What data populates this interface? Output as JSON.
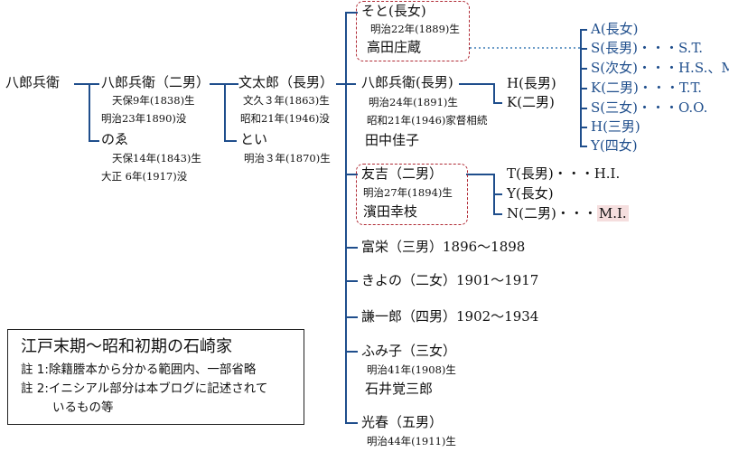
{
  "root": {
    "name": "八郎兵衛"
  },
  "gen1": {
    "head": {
      "name": "八郎兵衛（二男）",
      "birth": "天保9年(1838)生",
      "death": "明治23年1890)没"
    },
    "wife": {
      "name": "のゑ",
      "birth": "天保14年(1843)生",
      "death": "大正 6年(1917)没"
    }
  },
  "gen2": {
    "head": {
      "name": "文太郎（長男）",
      "birth": "文久３年(1863)生",
      "death": "昭和21年(1946)没"
    },
    "wife": {
      "name": "とい",
      "birth": "明治３年(1870)生"
    }
  },
  "children": {
    "sato": {
      "name": "そと(長女)",
      "birth": "明治22年(1889)生",
      "spouse": "高田庄蔵"
    },
    "hachiro": {
      "name": "八郎兵衛(長男)",
      "birth": "明治24年(1891)生",
      "note": "昭和21年(1946)家督相続",
      "spouse": "田中佳子"
    },
    "tomokichi": {
      "name": "友吉（二男）",
      "birth": "明治27年(1894)生",
      "spouse": "濱田幸枝"
    },
    "tomie": {
      "name": "富栄（三男）1896～1898"
    },
    "kiyono": {
      "name": "きよの（二女）1901～1917"
    },
    "kenichiro": {
      "name": "謙一郎（四男）1902～1934"
    },
    "fumiko": {
      "name": "ふみ子（三女）",
      "birth": "明治41年(1908)生",
      "spouse": "石井覚三郎"
    },
    "mitsuharu": {
      "name": "光春（五男）",
      "birth": "明治44年(1911)生"
    }
  },
  "grandchildren": {
    "takada": [
      "A(長女)",
      "S(長男)・・・S.T.",
      "S(次女)・・・H.S.、M.S.",
      "K(二男)・・・T.T.",
      "S(三女)・・・O.O.",
      "H(三男)",
      "Y(四女)"
    ],
    "hachiro": [
      "H(長男)",
      "K(二男)"
    ],
    "tomokichi": {
      "t": "T(長男)・・・H.I.",
      "y": "Y(長女)",
      "n": "N(二男)・・・",
      "n_initials": "M.I."
    }
  },
  "legend": {
    "title": "江戸末期～昭和初期の石崎家",
    "note1": "註 1:除籍謄本から分かる範囲内、一部省略",
    "note2a": "註 2:イニシアル部分は本ブログに記述されて",
    "note2b": "いるもの等"
  },
  "colors": {
    "line": "#1f4e8c",
    "dashed_box": "#b02a35",
    "highlight": "#f5dede"
  }
}
